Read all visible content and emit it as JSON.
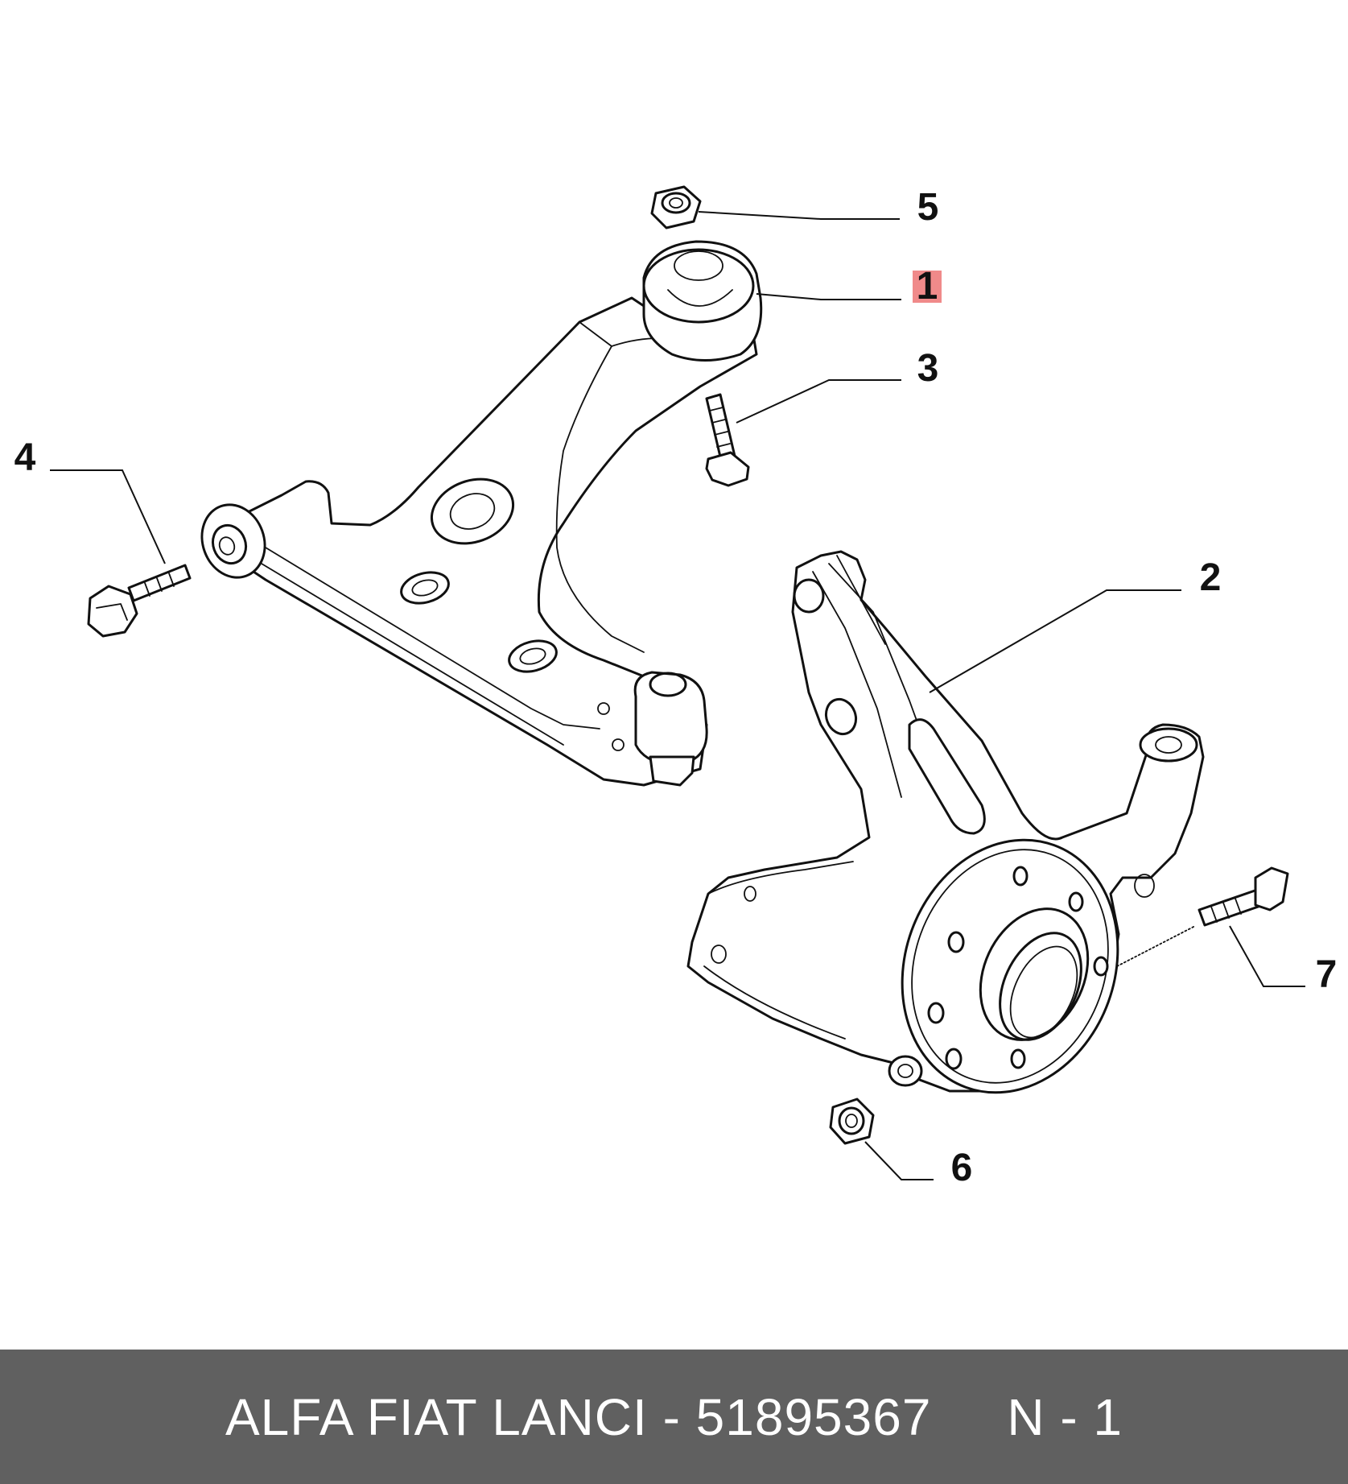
{
  "callouts": [
    {
      "id": "1",
      "label": "1",
      "highlighted": true
    },
    {
      "id": "2",
      "label": "2",
      "highlighted": false
    },
    {
      "id": "3",
      "label": "3",
      "highlighted": false
    },
    {
      "id": "4",
      "label": "4",
      "highlighted": false
    },
    {
      "id": "5",
      "label": "5",
      "highlighted": false
    },
    {
      "id": "6",
      "label": "6",
      "highlighted": false
    },
    {
      "id": "7",
      "label": "7",
      "highlighted": false
    }
  ],
  "highlight_color": "#f08a8a",
  "footer": {
    "text": "ALFA FIAT LANCI - 51895367     N - 1",
    "background": "#606060",
    "color": "#ffffff"
  }
}
